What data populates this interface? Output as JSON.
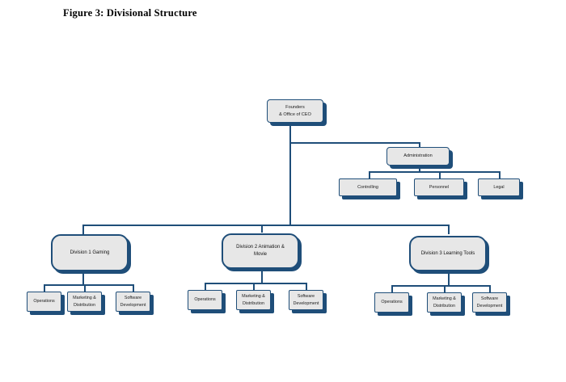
{
  "figure": {
    "title": "Figure 3: Divisional Structure"
  },
  "colors": {
    "border": "#1F4E79",
    "fill": "#E7E7E7",
    "connector": "#1F4E79",
    "background": "#FFFFFF",
    "text": "#1A1A1A"
  },
  "chart_data": {
    "type": "diagram",
    "title": "Figure 3: Divisional Structure",
    "diagram_kind": "organizational-chart",
    "nodes": [
      {
        "id": "ceo",
        "label": "Founders\n& Office of CEO",
        "level": 0
      },
      {
        "id": "admin",
        "label": "Administration",
        "level": 1
      },
      {
        "id": "controlling",
        "label": "Controlling",
        "level": 2
      },
      {
        "id": "personnel",
        "label": "Personnel",
        "level": 2
      },
      {
        "id": "legal",
        "label": "Legal",
        "level": 2
      },
      {
        "id": "div1",
        "label": "Division 1 Gaming",
        "level": 1
      },
      {
        "id": "div2",
        "label": "Division 2 Animation &\nMovie",
        "level": 1
      },
      {
        "id": "div3",
        "label": "Division 3 Learning Tools",
        "level": 1
      },
      {
        "id": "d1-ops",
        "label": "Operations",
        "level": 2
      },
      {
        "id": "d1-mkt",
        "label": "Marketing &\nDistribution",
        "level": 2
      },
      {
        "id": "d1-sw",
        "label": "Software\nDevelopment",
        "level": 2
      },
      {
        "id": "d2-ops",
        "label": "Operations",
        "level": 2
      },
      {
        "id": "d2-mkt",
        "label": "Marketing &\nDistribution",
        "level": 2
      },
      {
        "id": "d2-sw",
        "label": "Software\nDevelopment",
        "level": 2
      },
      {
        "id": "d3-ops",
        "label": "Operations",
        "level": 2
      },
      {
        "id": "d3-mkt",
        "label": "Marketing &\nDistribution",
        "level": 2
      },
      {
        "id": "d3-sw",
        "label": "Software\nDevelopment",
        "level": 2
      }
    ],
    "edges": [
      {
        "from": "ceo",
        "to": "admin"
      },
      {
        "from": "ceo",
        "to": "div1"
      },
      {
        "from": "ceo",
        "to": "div2"
      },
      {
        "from": "ceo",
        "to": "div3"
      },
      {
        "from": "admin",
        "to": "controlling"
      },
      {
        "from": "admin",
        "to": "personnel"
      },
      {
        "from": "admin",
        "to": "legal"
      },
      {
        "from": "div1",
        "to": "d1-ops"
      },
      {
        "from": "div1",
        "to": "d1-mkt"
      },
      {
        "from": "div1",
        "to": "d1-sw"
      },
      {
        "from": "div2",
        "to": "d2-ops"
      },
      {
        "from": "div2",
        "to": "d2-mkt"
      },
      {
        "from": "div2",
        "to": "d2-sw"
      },
      {
        "from": "div3",
        "to": "d3-ops"
      },
      {
        "from": "div3",
        "to": "d3-mkt"
      },
      {
        "from": "div3",
        "to": "d3-sw"
      }
    ]
  }
}
